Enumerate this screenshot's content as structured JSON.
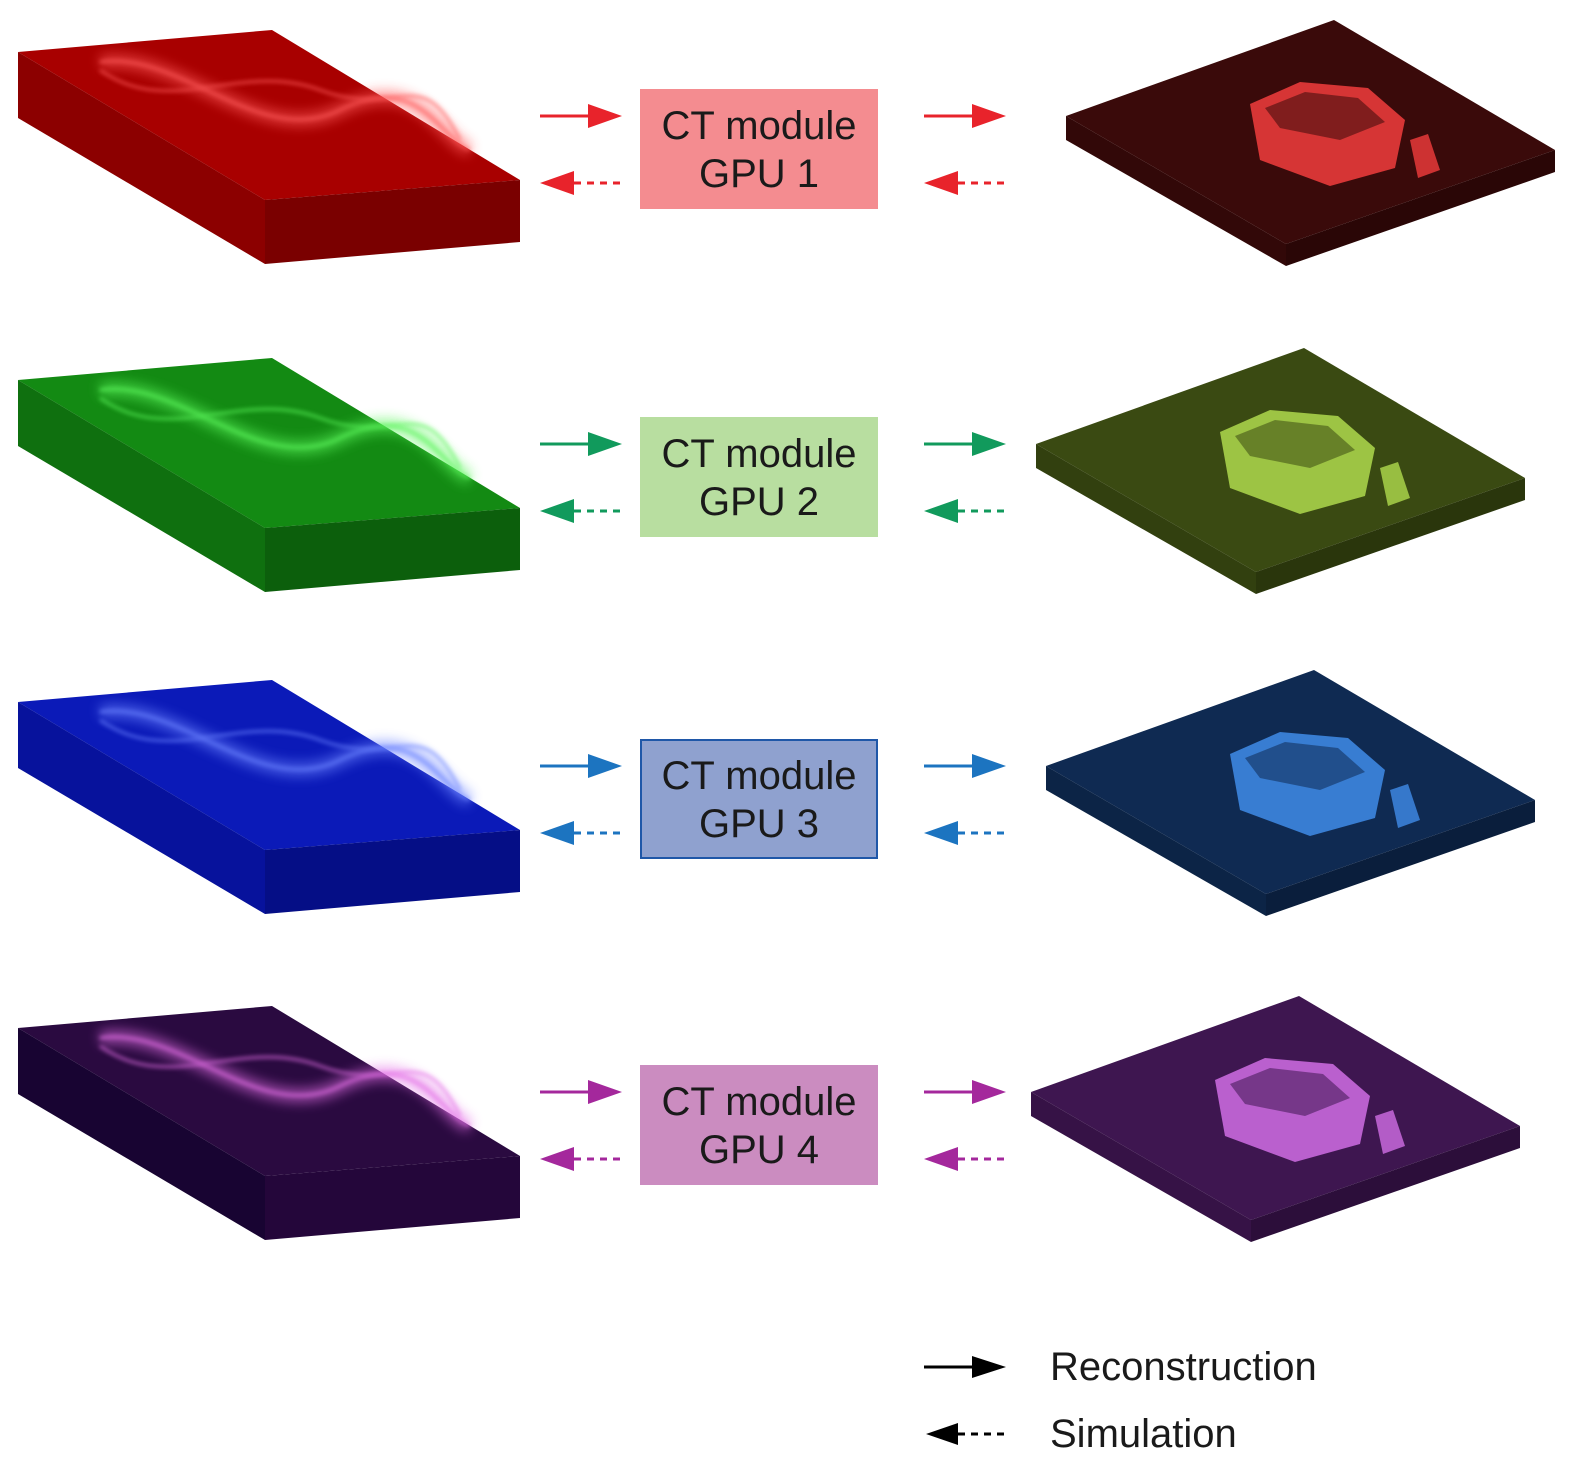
{
  "rows": [
    {
      "module_line1": "CT module",
      "module_line2": "GPU 1",
      "box_fill": "#f48c90",
      "box_stroke": "#f48c90",
      "arrow_color": "#e8232b",
      "sino_top": "#a80000",
      "sino_front": "#7a0000",
      "sino_side": "#8c0000",
      "sino_glow": "#ff5a5a",
      "vol_top": "#3a0a0a",
      "vol_front": "#2a0606",
      "vol_side": "#320808",
      "vol_object": "#e83a3a"
    },
    {
      "module_line1": "CT module",
      "module_line2": "GPU 2",
      "box_fill": "#b8dea0",
      "box_stroke": "#b8dea0",
      "arrow_color": "#119a5c",
      "sino_top": "#138a13",
      "sino_front": "#0c5f0c",
      "sino_side": "#0f700f",
      "sino_glow": "#5cf55c",
      "vol_top": "#3a4a12",
      "vol_front": "#2a360c",
      "vol_side": "#32400f",
      "vol_object": "#a9d24a"
    },
    {
      "module_line1": "CT module",
      "module_line2": "GPU 3",
      "box_fill": "#8fa1cf",
      "box_stroke": "#1f57a8",
      "arrow_color": "#1c74c0",
      "sino_top": "#0b1ab8",
      "sino_front": "#050e86",
      "sino_side": "#07129c",
      "sino_glow": "#6a82ff",
      "vol_top": "#0f2a52",
      "vol_front": "#0a1e3c",
      "vol_side": "#0c2446",
      "vol_object": "#3d86e0"
    },
    {
      "module_line1": "CT module",
      "module_line2": "GPU 4",
      "box_fill": "#cb8cc0",
      "box_stroke": "#cb8cc0",
      "arrow_color": "#a4289c",
      "sino_top": "#2a0a40",
      "sino_front": "#24063a",
      "sino_side": "#180432",
      "sino_glow": "#e36ee6",
      "vol_top": "#3e1650",
      "vol_front": "#2c0e3a",
      "vol_side": "#361246",
      "vol_object": "#c868dc"
    }
  ],
  "legend": {
    "reconstruction": "Reconstruction",
    "simulation": "Simulation",
    "color": "#000000"
  }
}
